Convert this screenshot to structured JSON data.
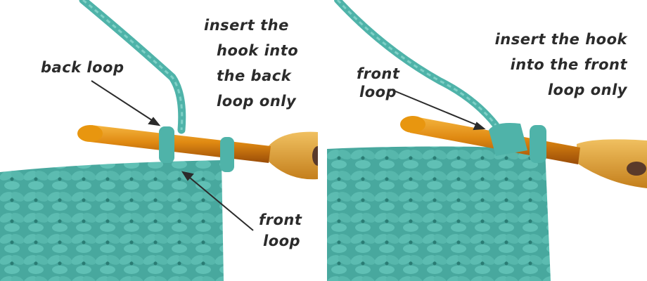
{
  "panels": [
    {
      "id": "back-loop-panel",
      "instruction": [
        "insert the",
        "hook into",
        "the back",
        "loop only"
      ],
      "callouts": [
        {
          "text": [
            "back loop"
          ]
        },
        {
          "text": [
            "front",
            "loop"
          ]
        }
      ]
    },
    {
      "id": "front-loop-panel",
      "instruction": [
        "insert the hook",
        "into the front",
        "loop only"
      ],
      "callouts": [
        {
          "text": [
            "front",
            "loop"
          ]
        }
      ]
    }
  ],
  "colors": {
    "yarn": "#4fb3a9",
    "yarn_dark": "#2f8c84",
    "hook_gold": "#e08a12",
    "hook_dark": "#a5540a",
    "handle": "#d99a2b",
    "handle_grip": "#5a3a2a",
    "text": "#2b2b2b",
    "background": "#ffffff"
  }
}
